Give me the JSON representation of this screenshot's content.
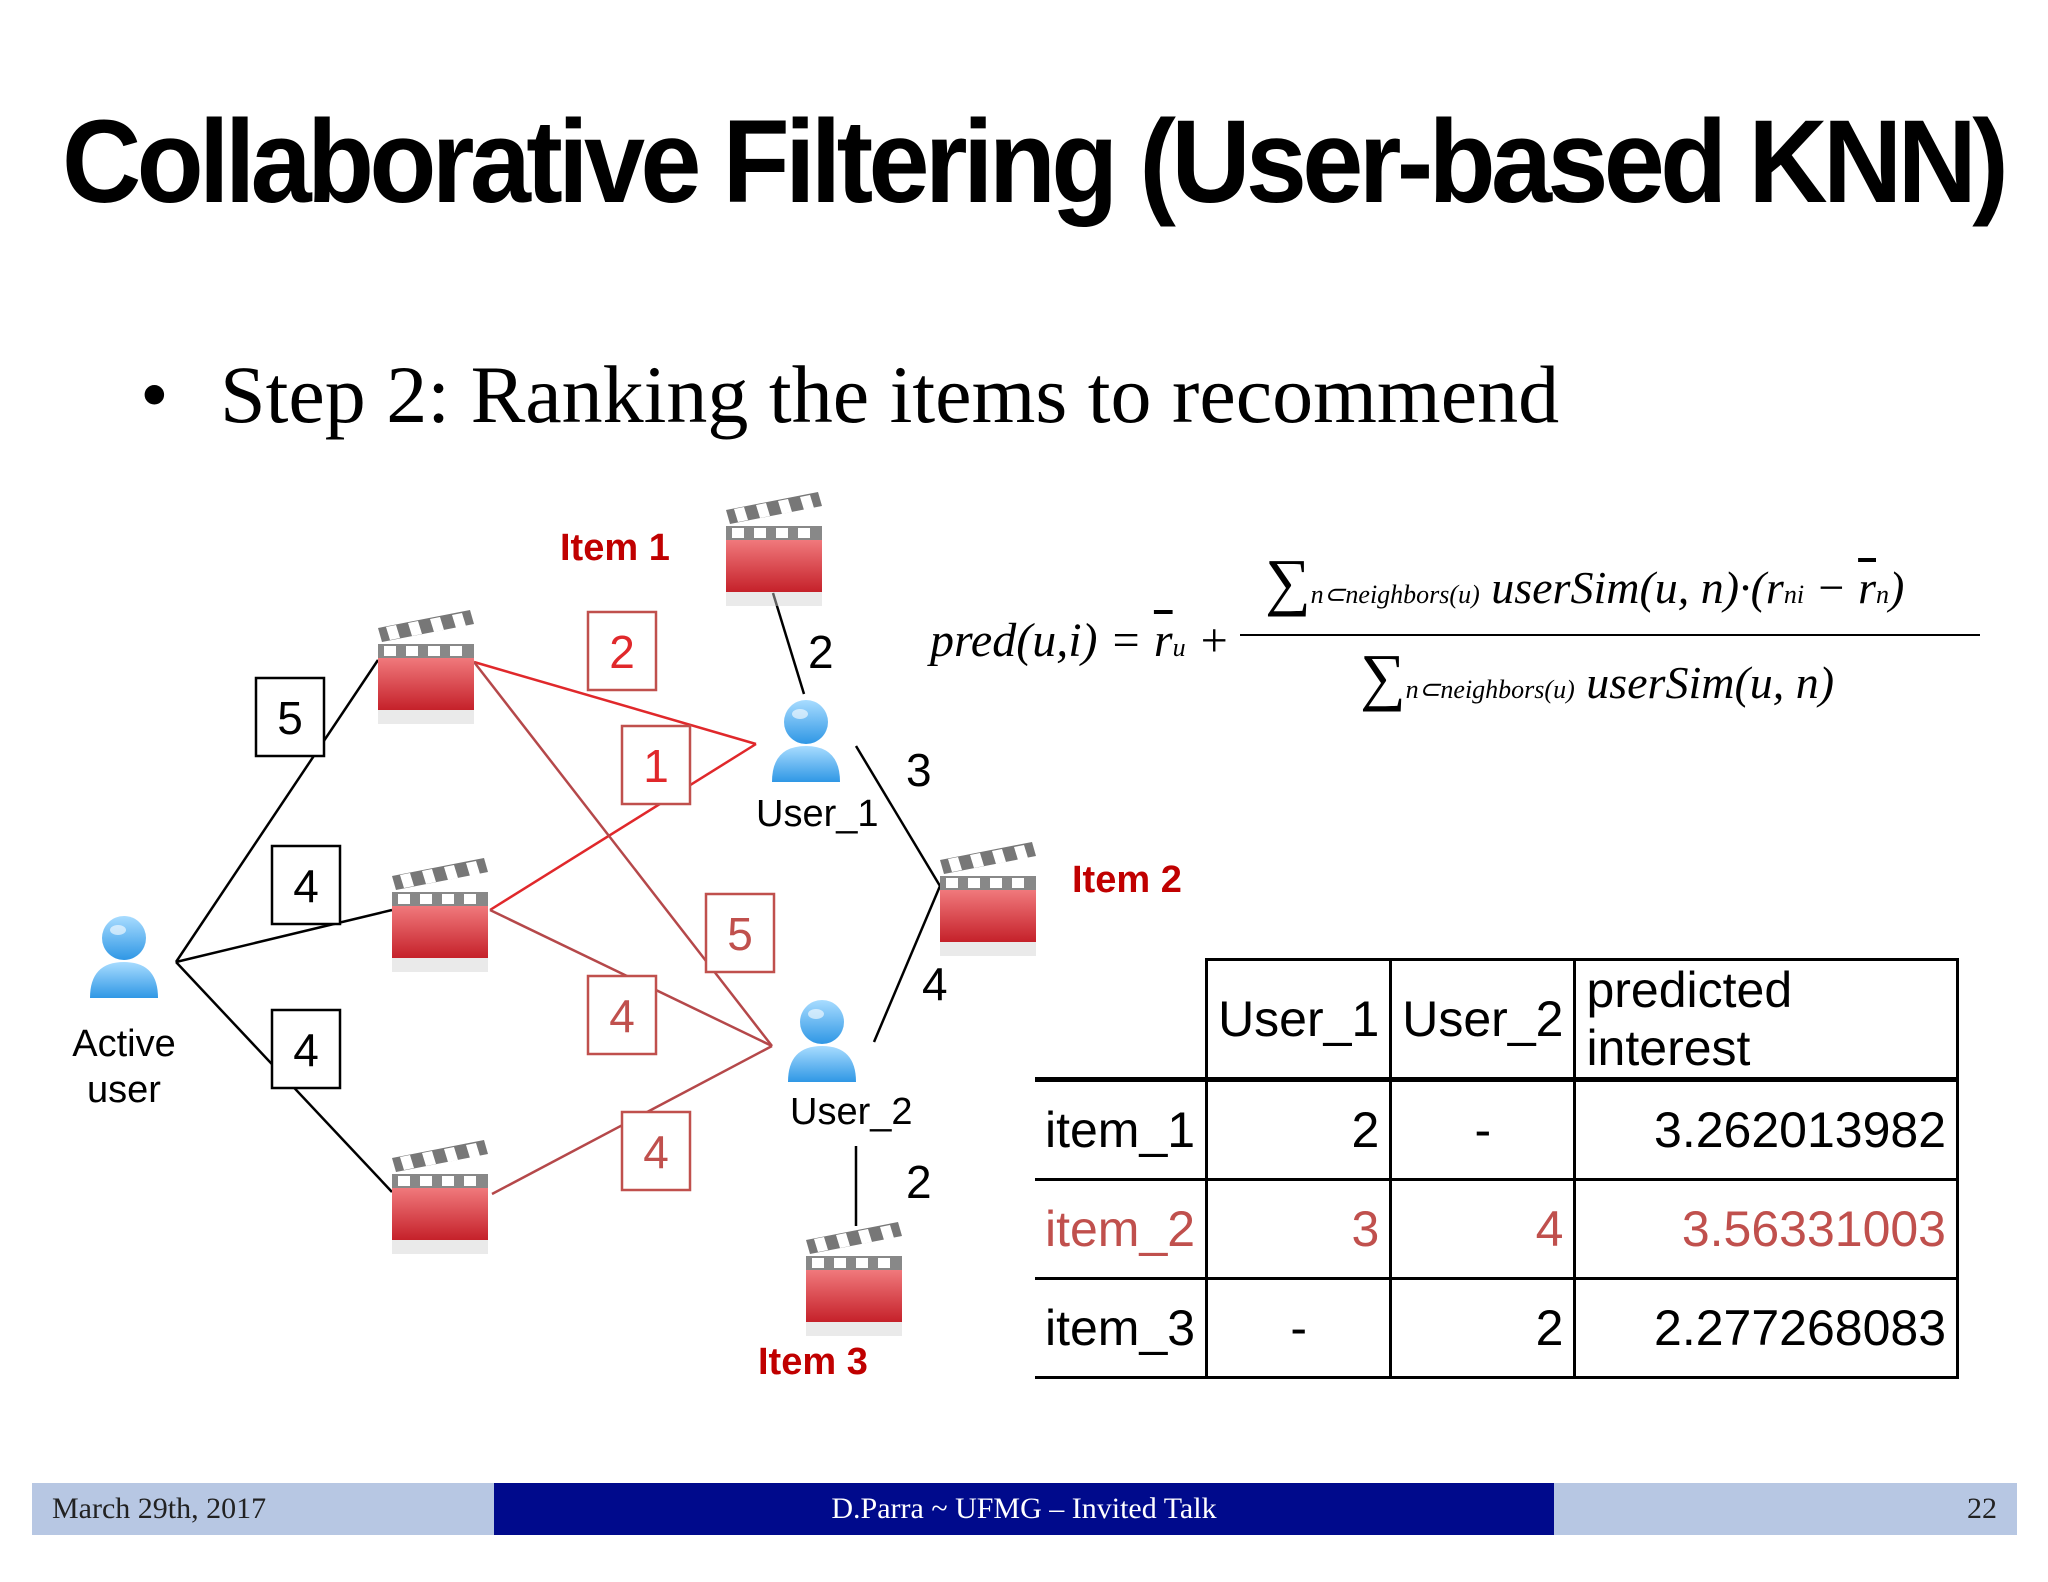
{
  "slide": {
    "title": "Collaborative Filtering (User-based KNN)",
    "bullet_symbol": "•",
    "bullet_text": "Step 2: Ranking the items to recommend"
  },
  "diagram": {
    "item_labels": {
      "item1": "Item 1",
      "item2": "Item 2",
      "item3": "Item 3"
    },
    "user_labels": {
      "user1": "User_1",
      "user2": "User_2",
      "active_line1": "Active",
      "active_line2": "user"
    },
    "ratings": {
      "active_movieA": "5",
      "active_movieB": "4",
      "active_movieC": "4",
      "user1_movieA": "2",
      "user1_movieB": "1",
      "user2_movieA": "5",
      "user2_movieB": "4",
      "user2_movieC": "4",
      "user1_item1": "2",
      "user1_item2": "3",
      "user2_item2": "4",
      "user2_item3": "2"
    },
    "colors": {
      "item_label": "#c00000",
      "red_edge": "#e0282b",
      "dark_red_edge": "#b5484a",
      "red_box": "#c0504d"
    }
  },
  "formula": {
    "lhs": "pred(u,i) = ",
    "rbar": "r",
    "rbar_sub": "u",
    "plus": " +",
    "sigma": "∑",
    "sum_sub": "n⊂neighbors(u)",
    "num_expr_1": " userSim(u, n)·(r",
    "num_sub_ni": "ni",
    "num_minus": " − ",
    "num_rbar": "r",
    "num_sub_n": "n",
    "num_close": ")",
    "den_expr": " userSim(u, n)"
  },
  "table": {
    "headers": [
      "",
      "User_1",
      "User_2",
      "predicted interest"
    ],
    "rows": [
      {
        "item": "item_1",
        "user1": "2",
        "user2": "-",
        "pred": "3.262013982"
      },
      {
        "item": "item_2",
        "user1": "3",
        "user2": "4",
        "pred": "3.56331003"
      },
      {
        "item": "item_3",
        "user1": "-",
        "user2": "2",
        "pred": "2.277268083"
      }
    ],
    "highlight_color": "#c0504d"
  },
  "footer": {
    "date": "March 29th, 2017",
    "center": "D.Parra ~ UFMG – Invited Talk",
    "page": "22"
  }
}
